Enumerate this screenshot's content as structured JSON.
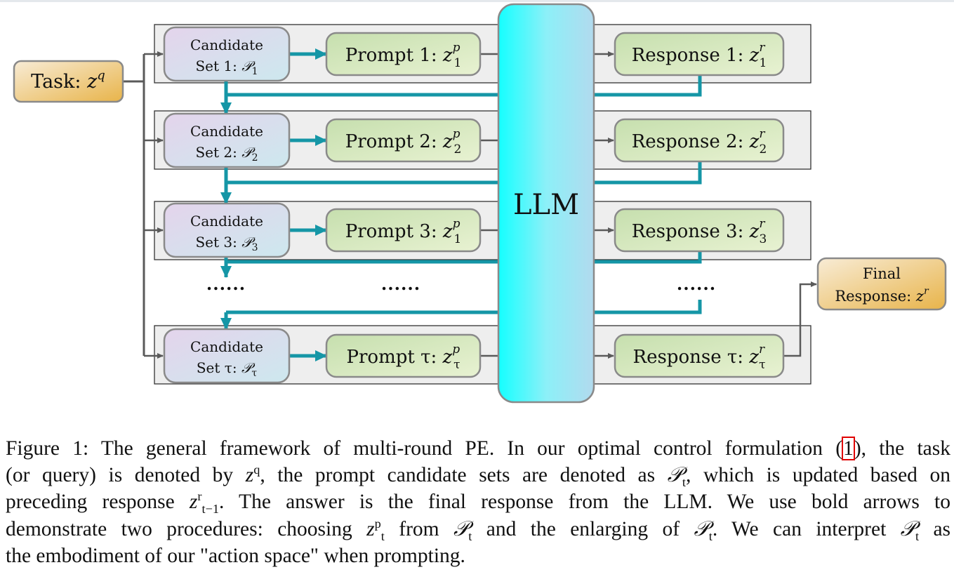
{
  "figure": {
    "task": {
      "label": "Task: ",
      "var": "z",
      "sup": "q"
    },
    "llm": {
      "label": "LLM"
    },
    "rows": [
      {
        "candidate_line1": "Candidate",
        "candidate_line2": "Set 1: ",
        "cand_sub": "1",
        "prompt_label": "Prompt 1: ",
        "prompt_sub": "1",
        "response_label": "Response 1: ",
        "response_sub": "1"
      },
      {
        "candidate_line1": "Candidate",
        "candidate_line2": "Set 2: ",
        "cand_sub": "2",
        "prompt_label": "Prompt 2: ",
        "prompt_sub": "2",
        "response_label": "Response 2: ",
        "response_sub": "2"
      },
      {
        "candidate_line1": "Candidate",
        "candidate_line2": "Set 3: ",
        "cand_sub": "3",
        "prompt_label": "Prompt 3: ",
        "prompt_sub": "1",
        "response_label": "Response 3: ",
        "response_sub": "3"
      },
      {
        "candidate_line1": "Candidate",
        "candidate_line2": "Set τ: ",
        "cand_sub": "τ",
        "prompt_label": "Prompt τ: ",
        "prompt_sub": "τ",
        "response_label": "Response τ: ",
        "response_sub": "τ"
      }
    ],
    "ellipsis": "......",
    "final": {
      "line1": "Final",
      "line2": "Response: ",
      "var": "z",
      "sup": "r"
    },
    "prompt_sup": "p",
    "response_sup": "r",
    "calP": "𝒫",
    "z": "z",
    "colors": {
      "bold_arrow": "#1596a6",
      "thin_arrow": "#5a5a5a",
      "row_bg": "#eeeeee",
      "task_fill": "#f2d8a4",
      "candidate_fill": "#dcd8ec",
      "prompt_fill": "#d6e8bf",
      "llm_left": "#22ffff",
      "llm_right": "#aadcf2"
    }
  },
  "caption": {
    "lines": [
      [
        "Figure 1:  The general framework of multi-round PE. In our optimal control formulation (",
        "1",
        "), the task"
      ],
      [
        "(or query) is denoted by ",
        "z",
        "q",
        ", the prompt candidate sets are denoted as ",
        "𝒫",
        "t",
        ", which is updated based on"
      ],
      [
        "preceding response ",
        "z",
        "r",
        "t−1",
        ". The answer is the final response from the LLM. We use bold arrows to"
      ],
      [
        "demonstrate two procedures: choosing ",
        "z",
        "p",
        "t",
        " from ",
        "𝒫",
        "t",
        " and the enlarging of ",
        "𝒫",
        "t",
        ". We can interpret ",
        "𝒫",
        "t",
        " as"
      ],
      [
        "the embodiment of our \"action space\" when prompting."
      ]
    ]
  }
}
